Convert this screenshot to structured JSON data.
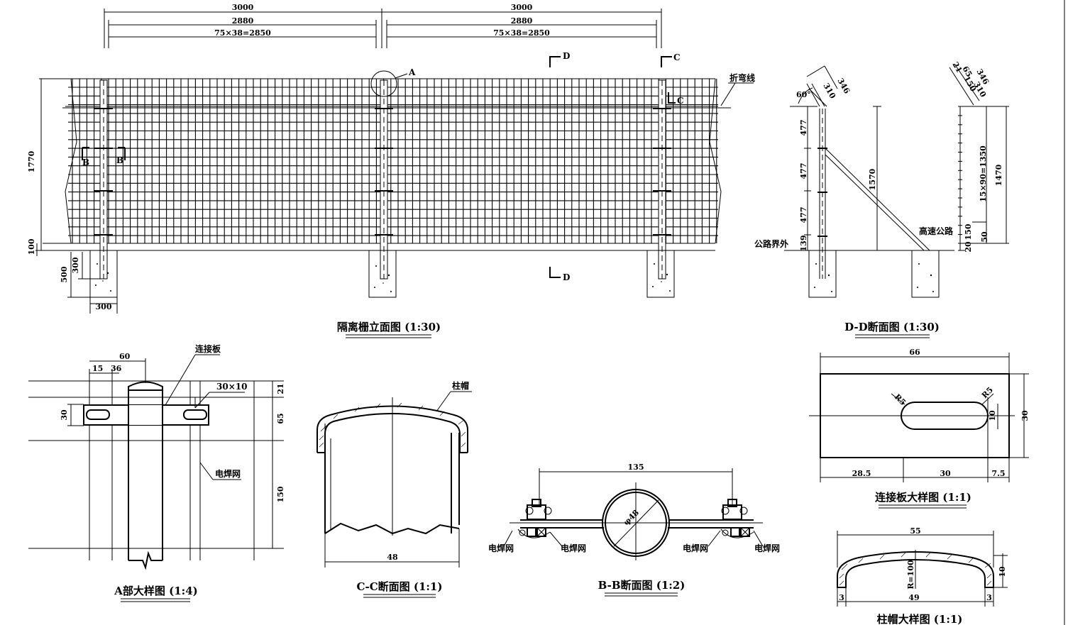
{
  "elevation": {
    "title": "隔离栅立面图 (1:30)",
    "dims_top": [
      "3000",
      "2880",
      "75×38=2850",
      "3000",
      "2880",
      "75×38=2850"
    ],
    "dims_left": [
      "1770",
      "100",
      "500",
      "300"
    ],
    "dim_bottom": "300",
    "section_marks": {
      "d": "D",
      "c": "C",
      "b": "B"
    },
    "detail_mark": "A",
    "fold_line": "折弯线"
  },
  "dd_section": {
    "title": "D-D断面图 (1:30)",
    "angle": "60°",
    "dims_left": [
      "477",
      "477",
      "477",
      "139"
    ],
    "dim_mid": "1570",
    "dims_right": [
      "15×90=1350",
      "1470",
      "150",
      "50",
      "20"
    ],
    "dims_top_left": [
      "346",
      "310"
    ],
    "dims_top_right": [
      "21",
      "65",
      "346",
      "150",
      "310"
    ],
    "left_label": "公路界外",
    "right_label": "高速公路"
  },
  "detail_a": {
    "title": "A部大样图 (1:4)",
    "plate_label": "连接板",
    "dims_top": [
      "60",
      "15",
      "36"
    ],
    "slot": "30×10",
    "dim_left": "30",
    "dims_right": [
      "21",
      "65",
      "150"
    ],
    "mesh_label": "电焊网"
  },
  "cc_section": {
    "title": "C-C断面图 (1:1)",
    "cap_label": "柱帽",
    "width": "48"
  },
  "bb_section": {
    "title": "B-B断面图 (1:2)",
    "width": "135",
    "dia": "φ48",
    "mesh_labels": [
      "电焊网",
      "电焊网",
      "电焊网",
      "电焊网"
    ]
  },
  "plate_detail": {
    "title": "连接板大样图 (1:1)",
    "width": "66",
    "r_left": "R5",
    "r_right": "R5",
    "slot_h": "10",
    "height": "30",
    "dims_bottom": [
      "28.5",
      "30",
      "7.5"
    ]
  },
  "cap_detail": {
    "title": "柱帽大样图 (1:1)",
    "width": "55",
    "inner": "49",
    "wall_left": "3",
    "wall_right": "3",
    "radius": "R=100",
    "height": "10"
  }
}
